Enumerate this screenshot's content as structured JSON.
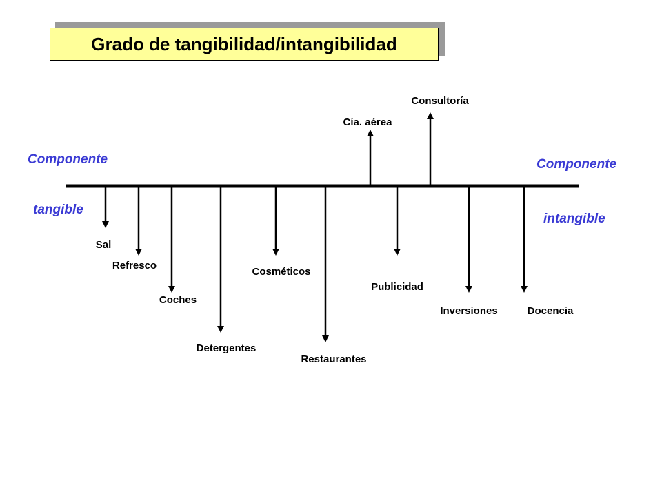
{
  "title": "Grado de tangibilidad/intangibilidad",
  "left_label": {
    "line1": "Componente",
    "line2": "tangible"
  },
  "right_label": {
    "line1": "Componente",
    "line2": "intangible"
  },
  "colors": {
    "accent": "#3a3ad4",
    "title_bg": "#ffff99"
  },
  "items": [
    {
      "name": "Sal",
      "direction": "down",
      "level": 1
    },
    {
      "name": "Refresco",
      "direction": "down",
      "level": 2
    },
    {
      "name": "Coches",
      "direction": "down",
      "level": 3
    },
    {
      "name": "Detergentes",
      "direction": "down",
      "level": 4
    },
    {
      "name": "Cosméticos",
      "direction": "down",
      "level": 2
    },
    {
      "name": "Restaurantes",
      "direction": "down",
      "level": 5
    },
    {
      "name": "Cía. aérea",
      "direction": "up",
      "level": 1
    },
    {
      "name": "Publicidad",
      "direction": "down",
      "level": 2
    },
    {
      "name": "Consultoría",
      "direction": "up",
      "level": 2
    },
    {
      "name": "Inversiones",
      "direction": "down",
      "level": 3
    },
    {
      "name": "Docencia",
      "direction": "down",
      "level": 3
    }
  ]
}
